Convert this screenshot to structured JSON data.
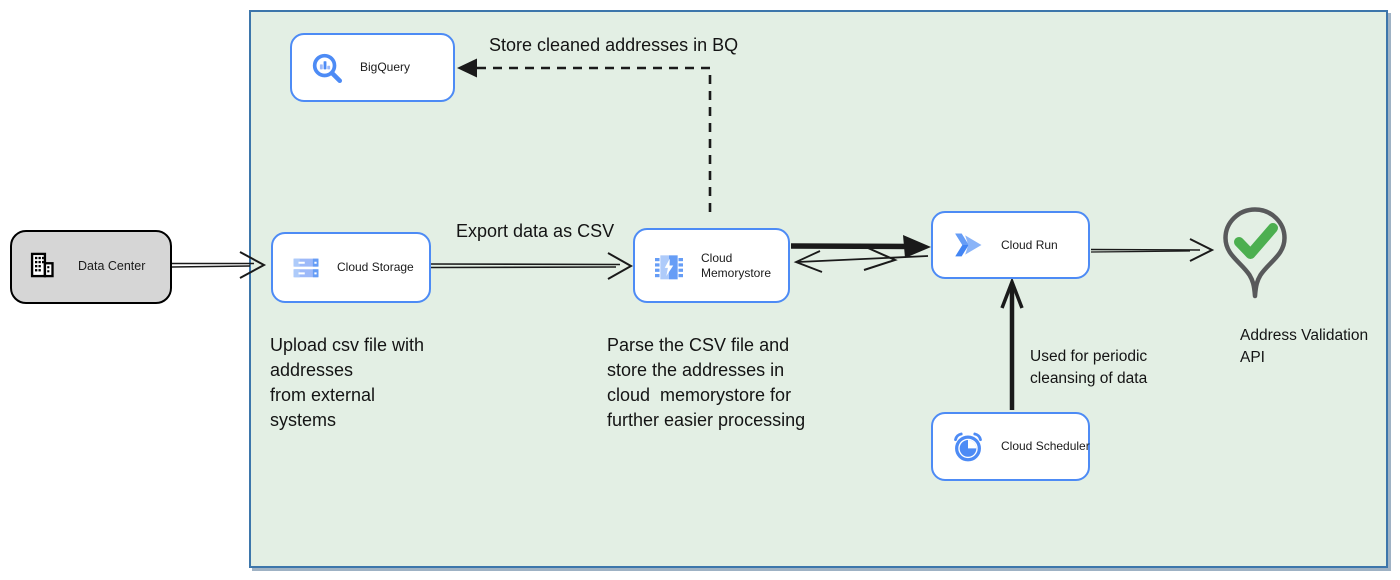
{
  "colors": {
    "accent_blue": "#4d8bf5",
    "icon_blue_dark": "#4285f4",
    "icon_blue_mid": "#669df6",
    "icon_blue_light": "#aecbfa",
    "container_fill": "#e3efe4",
    "container_border": "#3d76ab",
    "datacenter_fill": "#d6d6d6",
    "pin_outline": "#58595b",
    "check_green": "#4caf50",
    "arrow_black": "#1a1a1a"
  },
  "nodes": {
    "data_center": {
      "label": "Data Center"
    },
    "bigquery": {
      "label": "BigQuery"
    },
    "cloud_storage": {
      "label": "Cloud Storage"
    },
    "cloud_memorystore": {
      "label": "Cloud Memorystore"
    },
    "cloud_run": {
      "label": "Cloud Run"
    },
    "cloud_scheduler": {
      "label": "Cloud Scheduler"
    },
    "address_validation_api": {
      "label": "Address Validation\nAPI"
    }
  },
  "annotations": {
    "store_bq": "Store cleaned addresses in BQ",
    "export_csv": "Export data as CSV",
    "upload_note": "Upload csv file with\naddresses\nfrom external\nsystems",
    "parse_note": "Parse the CSV file and\nstore the addresses in\ncloud  memorystore for\nfurther easier processing",
    "periodic_note": "Used for periodic\ncleansing of data"
  }
}
